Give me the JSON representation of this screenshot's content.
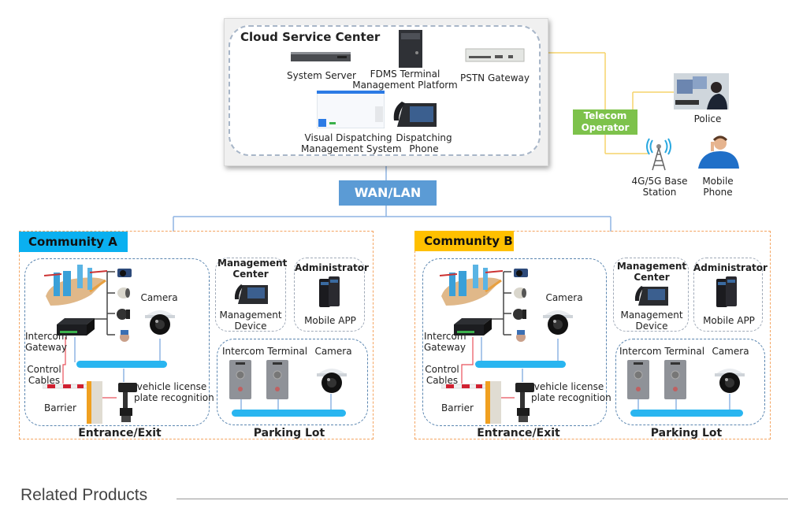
{
  "cloud": {
    "title": "Cloud Service Center",
    "devices": {
      "system_server": "System Server",
      "fdms_line1": "FDMS Terminal",
      "fdms_line2": "Management Platform",
      "pstn_gateway": "PSTN Gateway",
      "visual_line1": "Visual Dispatching",
      "visual_line2": "Management System",
      "phone_line1": "Dispatching",
      "phone_line2": "Phone"
    }
  },
  "network": {
    "wan_label": "WAN/LAN",
    "telecom_line1": "Telecom",
    "telecom_line2": "Operator"
  },
  "external": {
    "police": "Police",
    "base_line1": "4G/5G Base",
    "base_line2": "Station",
    "mobile_line1": "Mobile",
    "mobile_line2": "Phone"
  },
  "communities": [
    {
      "name": "Community A",
      "entrance": {
        "camera": "Camera",
        "gateway_line1": "Intercom",
        "gateway_line2": "Gateway",
        "cables_line1": "Control",
        "cables_line2": "Cables",
        "barrier": "Barrier",
        "lpr_line1": "vehicle license",
        "lpr_line2": "plate recognition",
        "title": "Entrance/Exit"
      },
      "management": {
        "title_line1": "Management",
        "title_line2": "Center",
        "device_line1": "Management",
        "device_line2": "Device"
      },
      "admin": {
        "title": "Administrator",
        "app": "Mobile APP"
      },
      "parking": {
        "intercom": "Intercom Terminal",
        "camera": "Camera",
        "title": "Parking Lot"
      }
    },
    {
      "name": "Community B",
      "entrance": {
        "camera": "Camera",
        "gateway_line1": "Intercom",
        "gateway_line2": "Gateway",
        "cables_line1": "Control",
        "cables_line2": "Cables",
        "barrier": "Barrier",
        "lpr_line1": "vehicle license",
        "lpr_line2": "plate recognition",
        "title": "Entrance/Exit"
      },
      "management": {
        "title_line1": "Management",
        "title_line2": "Center",
        "device_line1": "Management",
        "device_line2": "Device"
      },
      "admin": {
        "title": "Administrator",
        "app": "Mobile APP"
      },
      "parking": {
        "intercom": "Intercom Terminal",
        "camera": "Camera",
        "title": "Parking Lot"
      }
    }
  ],
  "colors": {
    "wan": "#5b9bd5",
    "telecom": "#7dc24b",
    "community_a": "#0ab0f0",
    "community_b": "#ffc000",
    "bus": "#29b5f0",
    "telecom_lines": "#f5d36a",
    "network_lines": "#8fb4e3"
  },
  "footer": {
    "related_products": "Related Products"
  }
}
